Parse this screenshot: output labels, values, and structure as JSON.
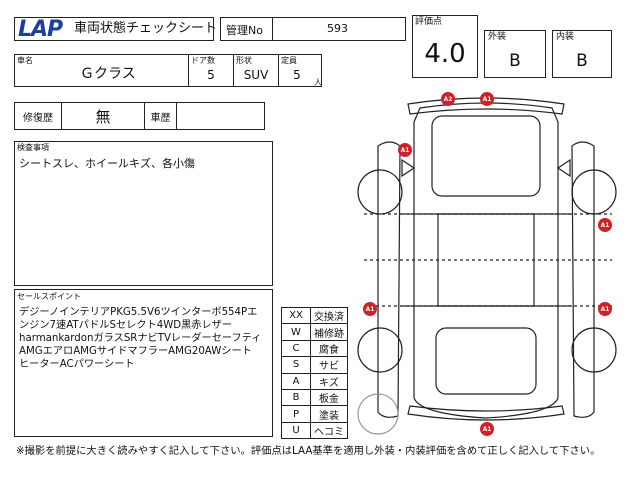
{
  "header": {
    "logo_text": "LAP",
    "title": "車両状態チェックシート",
    "kanri_label": "管理No",
    "kanri_value": "593"
  },
  "grade": {
    "label": "評価点",
    "value": "4.0",
    "exterior_label": "外装",
    "exterior_value": "B",
    "interior_label": "内装",
    "interior_value": "B"
  },
  "vehicle": {
    "name_label": "車名",
    "name_value": "Ｇクラス",
    "doors_label": "ドア数",
    "doors_value": "5",
    "shape_label": "形状",
    "shape_value": "SUV",
    "capacity_label": "定員",
    "capacity_value": "5",
    "capacity_unit": "人"
  },
  "history": {
    "repair_label": "修復歴",
    "repair_value": "無",
    "car_history_label": "車歴",
    "car_history_value": ""
  },
  "inspection": {
    "label": "検査事項",
    "text": "シートスレ、ホイールキズ、各小傷"
  },
  "sales_point": {
    "label": "セールスポイント",
    "lines": [
      "デジーノインテリアPKG5.5V6ツインターボ554Pエ",
      "ンジン7速ATパドルSセレクト4WD黒赤レザー",
      "harmankardonガラスSRナビTVレーダーセーフティ",
      "AMGエアロAMGサイドマフラーAMG20AWシート",
      "ヒーターACパワーシート"
    ]
  },
  "legend": [
    {
      "code": "XX",
      "meaning": "交換済"
    },
    {
      "code": "W",
      "meaning": "補修跡"
    },
    {
      "code": "C",
      "meaning": "腐食"
    },
    {
      "code": "S",
      "meaning": "サビ"
    },
    {
      "code": "A",
      "meaning": "キズ"
    },
    {
      "code": "B",
      "meaning": "板金"
    },
    {
      "code": "P",
      "meaning": "塗装"
    },
    {
      "code": "U",
      "meaning": "ヘコミ"
    }
  ],
  "damage_markers": [
    {
      "code": "A2",
      "spot": "front-bumper-left"
    },
    {
      "code": "A1",
      "spot": "front-bumper-right"
    },
    {
      "code": "A1",
      "spot": "front-left-fender"
    },
    {
      "code": "A1",
      "spot": "right-front-door"
    },
    {
      "code": "A1",
      "spot": "left-rear-door"
    },
    {
      "code": "A1",
      "spot": "right-rear-door"
    },
    {
      "code": "A1",
      "spot": "rear-bumper"
    }
  ],
  "colors": {
    "logo": "#1f3f9c",
    "marker": "#d2202a",
    "line": "#222222"
  },
  "footer": {
    "note": "※撮影を前提に大きく読みやすく記入して下さい。評価点はLAA基準を適用し外装・内装評価を含めて正しく記入して下さい。"
  }
}
